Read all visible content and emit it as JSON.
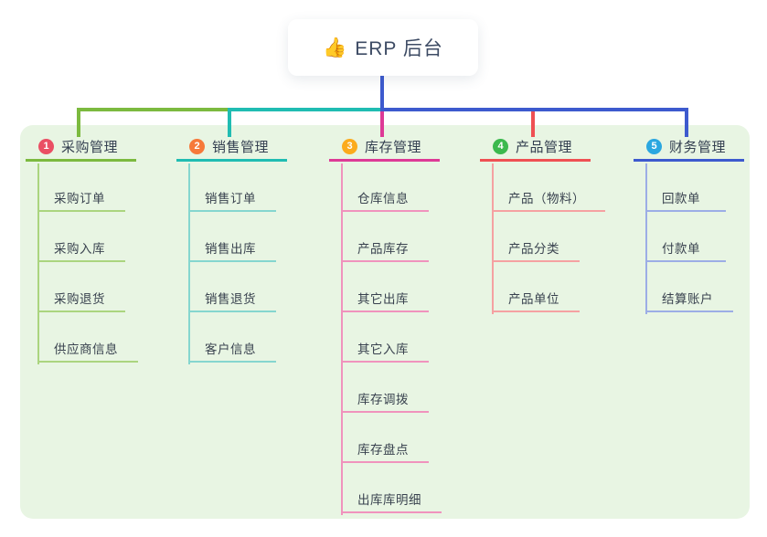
{
  "root": {
    "icon": "👍",
    "label": "ERP 后台"
  },
  "trunk_color": "#3d5ace",
  "panel_color": "#e8f5e3",
  "branches": [
    {
      "badge": "1",
      "title": "采购管理",
      "badge_color": "#ea4f64",
      "line_color": "#7cba3f",
      "child_line_color": "#abd57f",
      "children": [
        "采购订单",
        "采购入库",
        "采购退货",
        "供应商信息"
      ]
    },
    {
      "badge": "2",
      "title": "销售管理",
      "badge_color": "#f6793a",
      "line_color": "#20bcb2",
      "child_line_color": "#85d6cf",
      "children": [
        "销售订单",
        "销售出库",
        "销售退货",
        "客户信息"
      ]
    },
    {
      "badge": "3",
      "title": "库存管理",
      "badge_color": "#fbab1d",
      "line_color": "#dd3a96",
      "child_line_color": "#f093bd",
      "children": [
        "仓库信息",
        "产品库存",
        "其它出库",
        "其它入库",
        "库存调拨",
        "库存盘点",
        "出库库明细"
      ]
    },
    {
      "badge": "4",
      "title": "产品管理",
      "badge_color": "#3cb94e",
      "line_color": "#ef5053",
      "child_line_color": "#f5a1a2",
      "children": [
        "产品（物料）",
        "产品分类",
        "产品单位"
      ]
    },
    {
      "badge": "5",
      "title": "财务管理",
      "badge_color": "#2ba7e0",
      "line_color": "#3d5ace",
      "child_line_color": "#9cade6",
      "children": [
        "回款单",
        "付款单",
        "结算账户"
      ]
    }
  ]
}
